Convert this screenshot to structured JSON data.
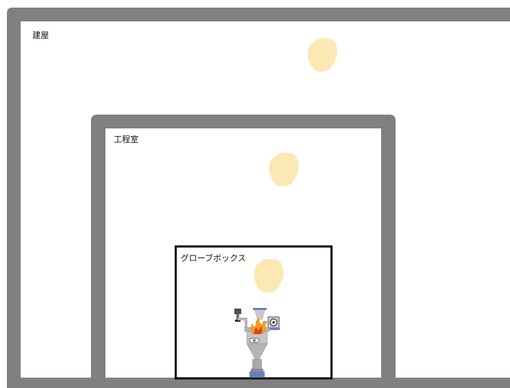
{
  "colors": {
    "wall": "#808080",
    "background": "#ffffff",
    "glovebox_frame": "#000000",
    "smoke": "#fce8b2",
    "equipment_gray": "#b5b5b5",
    "equipment_blue": "#6a7fc1",
    "flame_orange": "#f59a23",
    "flame_red": "#e0401b"
  },
  "zones": {
    "building": {
      "label": "建屋"
    },
    "process_room": {
      "label": "工程室"
    },
    "glovebox": {
      "label": "グローブボックス"
    }
  },
  "icons": {
    "smoke": "smoke-cloud-icon",
    "fire": "fire-icon",
    "equipment": "process-equipment-icon"
  }
}
